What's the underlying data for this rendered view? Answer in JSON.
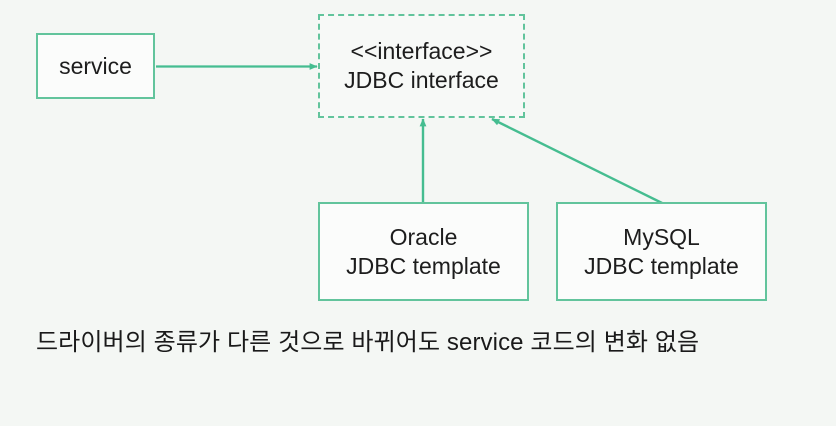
{
  "slide": {
    "background_color": "#f4f7f4",
    "accent_color": "#62c49c",
    "text_color": "#1d1d1d",
    "top_cropped_text": " "
  },
  "nodes": {
    "service": {
      "label": "service",
      "style": "solid"
    },
    "interface": {
      "stereotype": "<<interface>>",
      "name": "JDBC interface",
      "style": "dashed"
    },
    "oracle": {
      "line1": "Oracle",
      "line2": "JDBC template",
      "style": "solid"
    },
    "mysql": {
      "line1": "MySQL",
      "line2": "JDBC template",
      "style": "solid"
    }
  },
  "edges": [
    {
      "name": "service-to-interface",
      "from": "service",
      "to": "interface",
      "kind": "arrow"
    },
    {
      "name": "oracle-to-interface",
      "from": "oracle",
      "to": "interface",
      "kind": "arrow"
    },
    {
      "name": "mysql-to-interface",
      "from": "mysql",
      "to": "interface",
      "kind": "arrow"
    }
  ],
  "caption": {
    "text": "드라이버의 종류가 다른 것으로 바뀌어도 service 코드의 변화 없음"
  }
}
